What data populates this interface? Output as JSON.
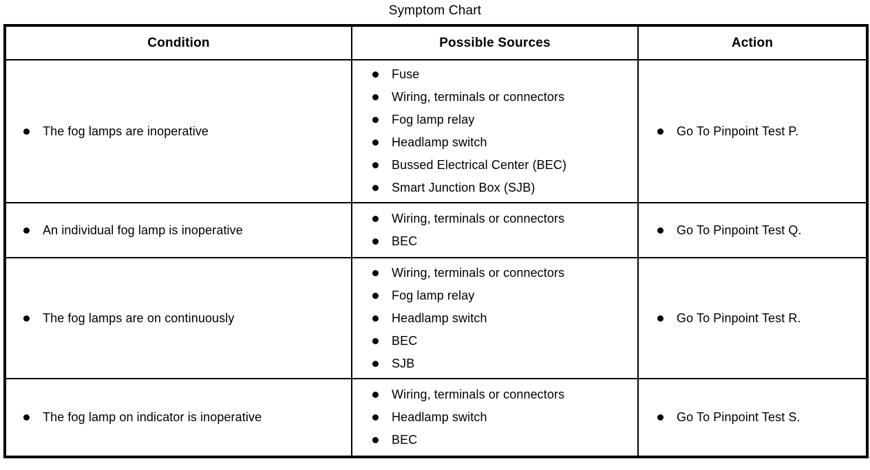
{
  "title": "Symptom Chart",
  "colors": {
    "text": "#000000",
    "background": "#ffffff",
    "border": "#000000"
  },
  "table": {
    "columns": [
      "Condition",
      "Possible Sources",
      "Action"
    ],
    "rows": [
      {
        "condition": "The fog lamps are inoperative",
        "sources": [
          "Fuse",
          "Wiring, terminals or connectors",
          "Fog lamp relay",
          "Headlamp switch",
          "Bussed Electrical Center (BEC)",
          "Smart Junction Box (SJB)"
        ],
        "action": "Go To Pinpoint Test P."
      },
      {
        "condition": "An individual fog lamp is inoperative",
        "sources": [
          "Wiring, terminals or connectors",
          "BEC"
        ],
        "action": "Go To Pinpoint Test Q."
      },
      {
        "condition": "The fog lamps are on continuously",
        "sources": [
          "Wiring, terminals or connectors",
          "Fog lamp relay",
          "Headlamp switch",
          "BEC",
          "SJB"
        ],
        "action": "Go To Pinpoint Test R."
      },
      {
        "condition": "The fog lamp on indicator is inoperative",
        "sources": [
          "Wiring, terminals or connectors",
          "Headlamp switch",
          "BEC"
        ],
        "action": "Go To Pinpoint Test S."
      }
    ]
  }
}
